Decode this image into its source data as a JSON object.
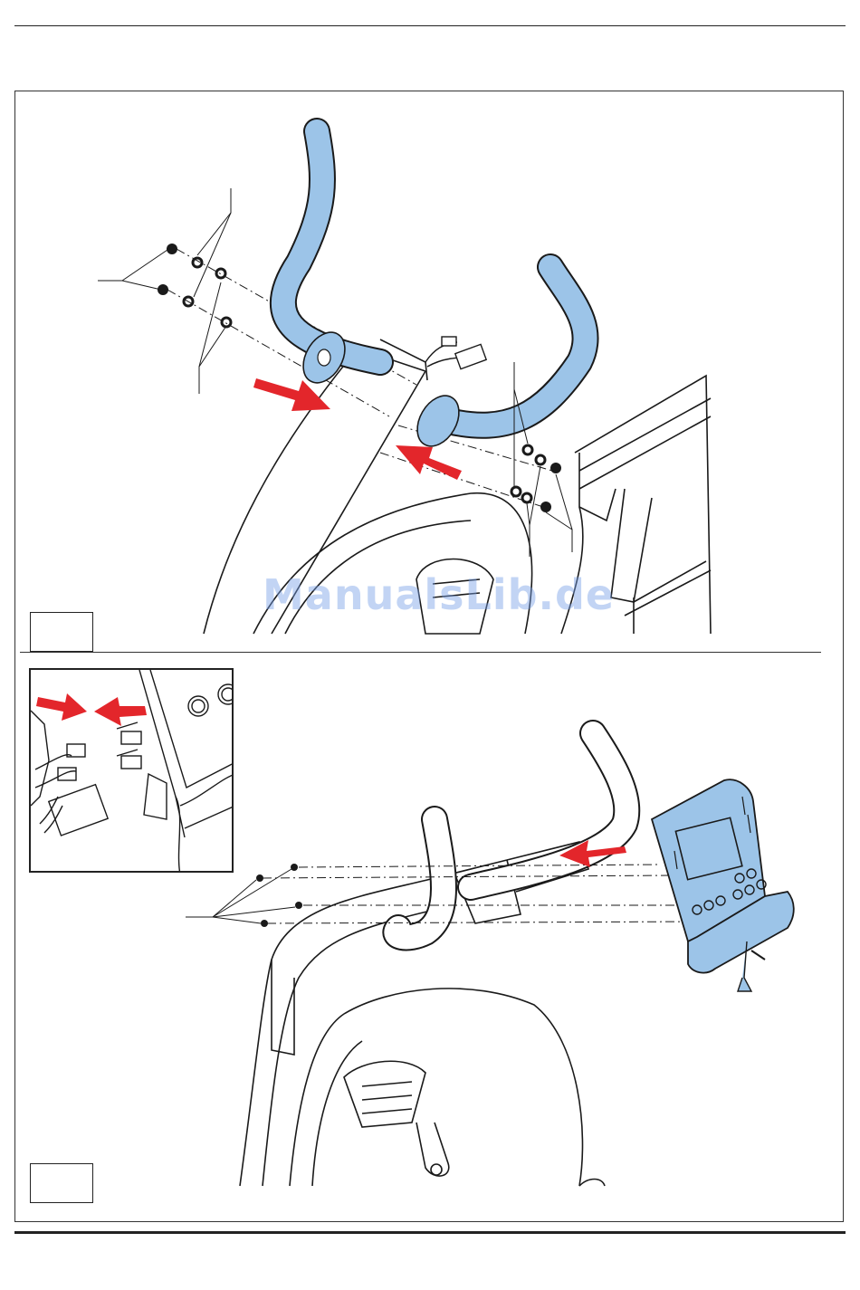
{
  "watermark": {
    "text": "ManualsLib.de"
  },
  "colors": {
    "part_blue": "#9cc4e8",
    "arrow_red": "#e3262b",
    "line": "#1a1a1a",
    "watermark": "#78a0e6"
  },
  "steps": [
    {
      "label": "",
      "name": "step-1"
    },
    {
      "label": "",
      "name": "step-2"
    }
  ]
}
